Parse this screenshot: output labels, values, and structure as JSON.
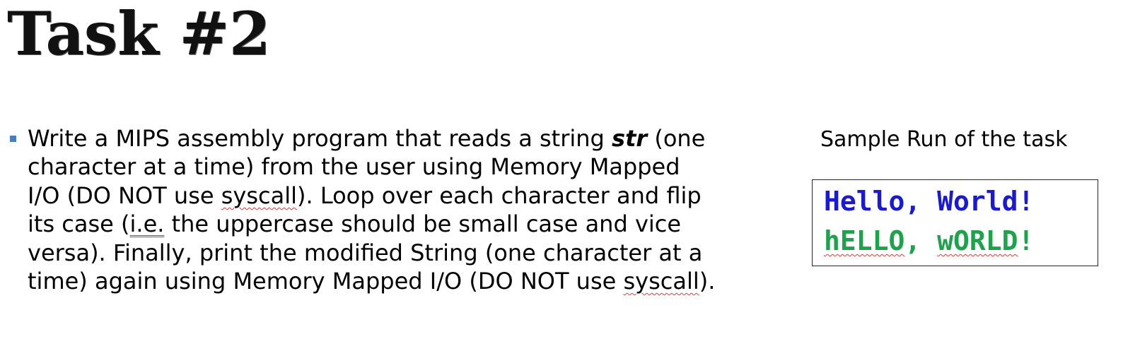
{
  "slide": {
    "title": "Task #2"
  },
  "bullet": {
    "line1_a": "Write a MIPS assembly program that reads a string ",
    "line1_emph": "str",
    "line1_b": " (one",
    "line2": "character at a time) from the user using Memory Mapped",
    "line3_a": "I/O (DO NOT use ",
    "line3_spell": "syscall",
    "line3_b": "). Loop over each character and flip",
    "line4_a": "its case (",
    "line4_grammar": "i.e.",
    "line4_b": " the uppercase should be small case and vice",
    "line5": "versa). Finally, print the modified String (one character at a",
    "line6_a": "time) again using Memory Mapped I/O (DO NOT use ",
    "line6_spell": "syscall",
    "line6_b": ")."
  },
  "sample": {
    "caption": "Sample Run of the task",
    "input_line": "Hello, World!",
    "output_part1": "hELLO",
    "output_part2": ", ",
    "output_part3": "wORLD",
    "output_part4": "!"
  },
  "colors": {
    "input_text": "#1a1ad6",
    "output_text": "#1fa24c",
    "bullet_marker": "#4a7ebb",
    "spellcheck_underline": "#d63b3b",
    "grammar_underline": "#3b5bd6"
  }
}
